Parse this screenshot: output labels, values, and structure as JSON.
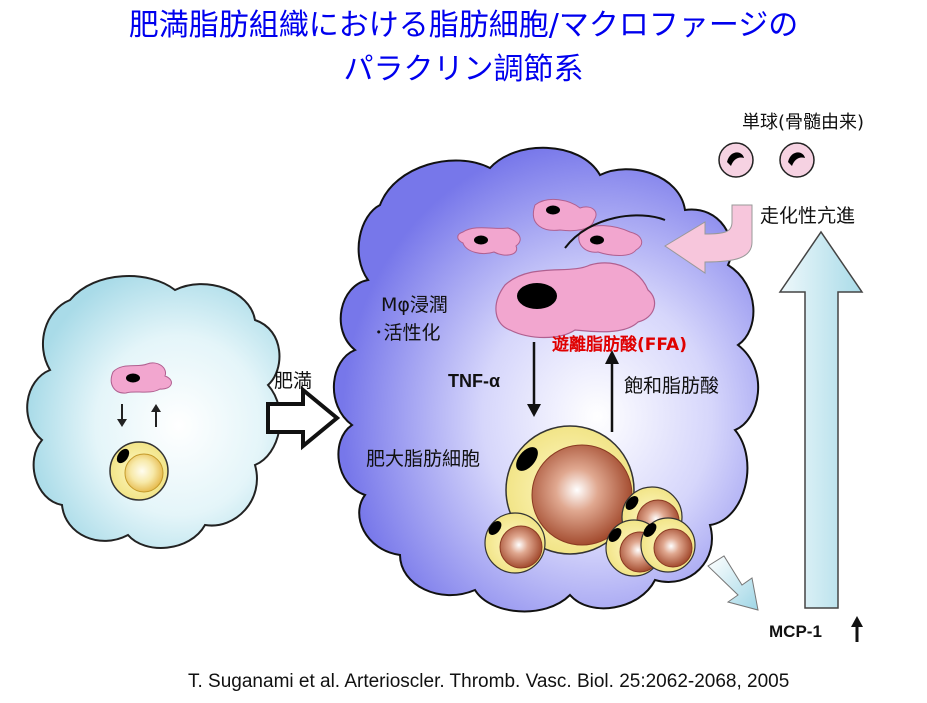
{
  "title": {
    "line1": "肥満脂肪組織における脂肪細胞/マクロファージの",
    "line2": "パラクリン調節系"
  },
  "labels": {
    "obesity": "肥満",
    "monocyte": "単球(骨髄由来)",
    "chemotaxis": "走化性亢進",
    "mphi_line1": "Mφ浸潤",
    "mphi_line2": "･活性化",
    "ffa": "遊離脂肪酸(FFA)",
    "tnf": "TNF-α",
    "saturated_fa": "飽和脂肪酸",
    "hypertrophic_adipocyte": "肥大脂肪細胞",
    "mcp1": "MCP-1"
  },
  "citation": "T. Suganami et al. Arterioscler. Thromb. Vasc. Biol. 25:2062-2068, 2005",
  "colors": {
    "title": "#0000ee",
    "ffa_label": "#e00000",
    "lean_tissue": "#c9ecf4",
    "obese_tissue": "#8c8cf0",
    "macrophage": "#f2a6cf",
    "adipocyte_ring": "#f4e77a",
    "adipocyte_lipid": "#b4563a",
    "arrow_fill": "#bfe6ef"
  },
  "icons": {
    "up_arrow": "up-arrow-icon",
    "down_arrow": "down-arrow-icon",
    "hollow_right_arrow": "hollow-right-arrow-icon"
  }
}
